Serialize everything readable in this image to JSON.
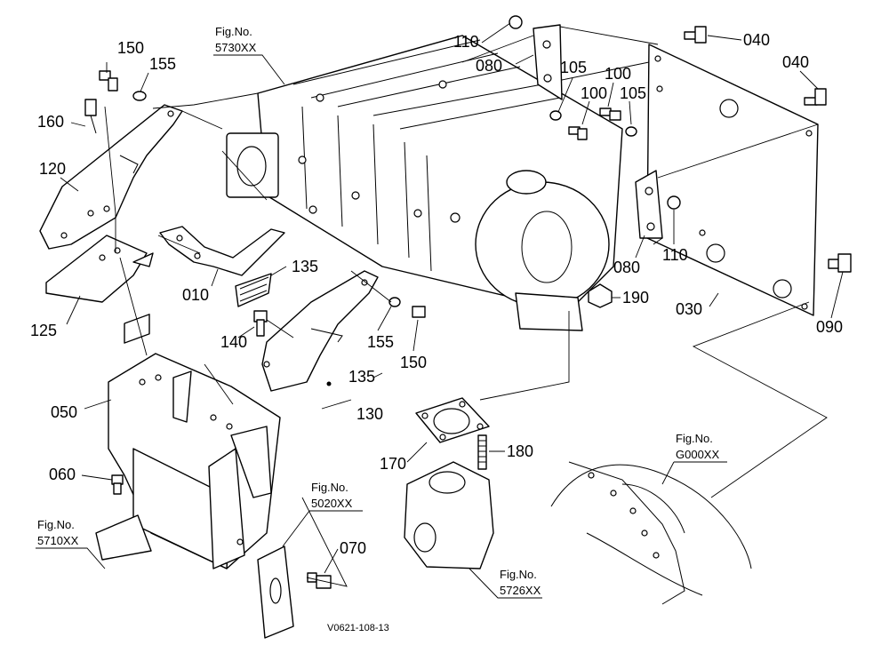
{
  "diagram": {
    "code": "V0621-108-13",
    "fig_refs": [
      {
        "title": "Fig.No.",
        "number": "5730XX"
      },
      {
        "title": "Fig.No.",
        "number": "5020XX"
      },
      {
        "title": "Fig.No.",
        "number": "5710XX"
      },
      {
        "title": "Fig.No.",
        "number": "5726XX"
      },
      {
        "title": "Fig.No.",
        "number": "G000XX"
      }
    ],
    "callouts": [
      "150",
      "155",
      "160",
      "120",
      "125",
      "010",
      "135",
      "140",
      "155",
      "150",
      "135",
      "130",
      "050",
      "060",
      "070",
      "110",
      "080",
      "105",
      "100",
      "100",
      "105",
      "040",
      "040",
      "080",
      "110",
      "030",
      "090",
      "190",
      "170",
      "180"
    ]
  }
}
